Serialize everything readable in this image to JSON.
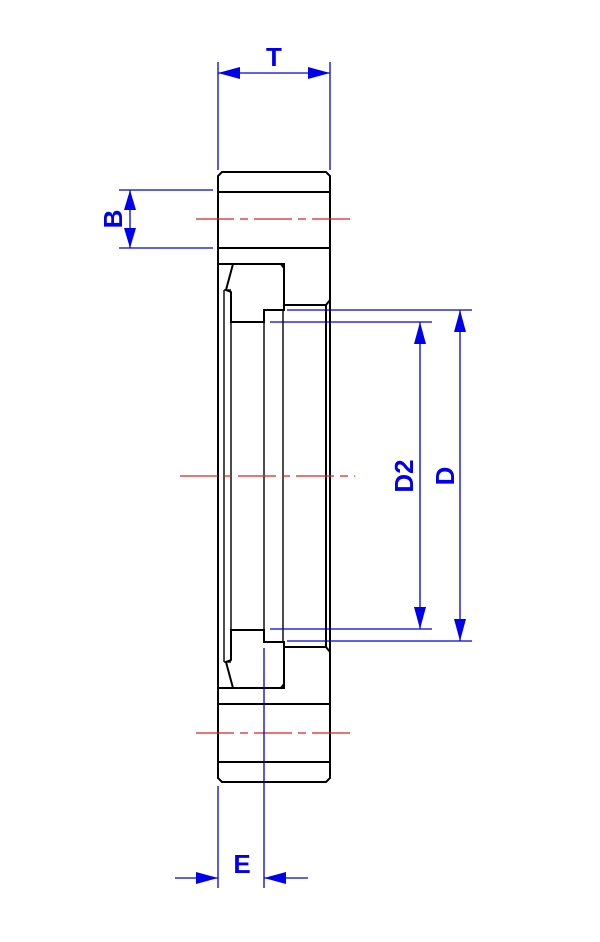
{
  "drawing": {
    "type": "flange cross-section technical drawing",
    "colors": {
      "object_lines": "#000000",
      "dimension_lines": "#0000dd",
      "dimension_text": "#0000ee",
      "center_lines": "#e02020"
    },
    "dimensions": {
      "T": {
        "label": "T",
        "orientation": "horizontal"
      },
      "B": {
        "label": "B",
        "orientation": "vertical"
      },
      "D2": {
        "label": "D2",
        "orientation": "vertical"
      },
      "D": {
        "label": "D",
        "orientation": "vertical"
      },
      "E": {
        "label": "E",
        "orientation": "horizontal"
      }
    }
  }
}
